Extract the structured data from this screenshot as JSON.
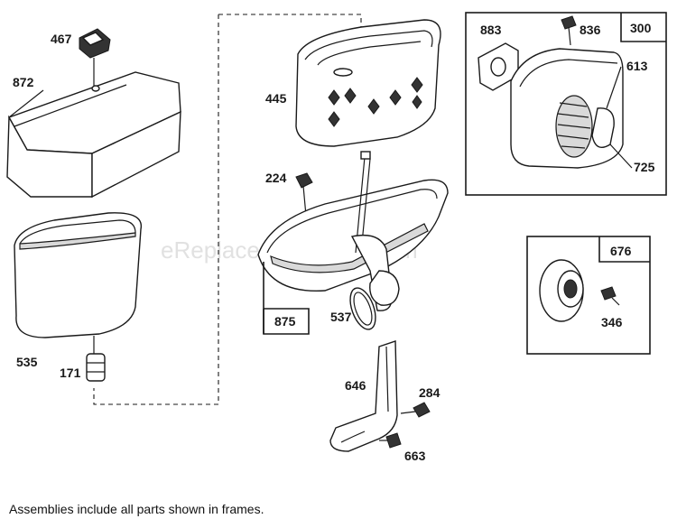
{
  "watermark": "eReplacementParts.com",
  "footnote": "Assemblies include all parts shown in frames.",
  "callouts": {
    "p467": "467",
    "p872": "872",
    "p535": "535",
    "p171": "171",
    "p445": "445",
    "p224": "224",
    "p537": "537",
    "p646": "646",
    "p284": "284",
    "p663": "663",
    "p883": "883",
    "p836": "836",
    "p613": "613",
    "p725": "725",
    "p346": "346"
  },
  "frames": {
    "f875": "875",
    "f300": "300",
    "f676": "676"
  }
}
